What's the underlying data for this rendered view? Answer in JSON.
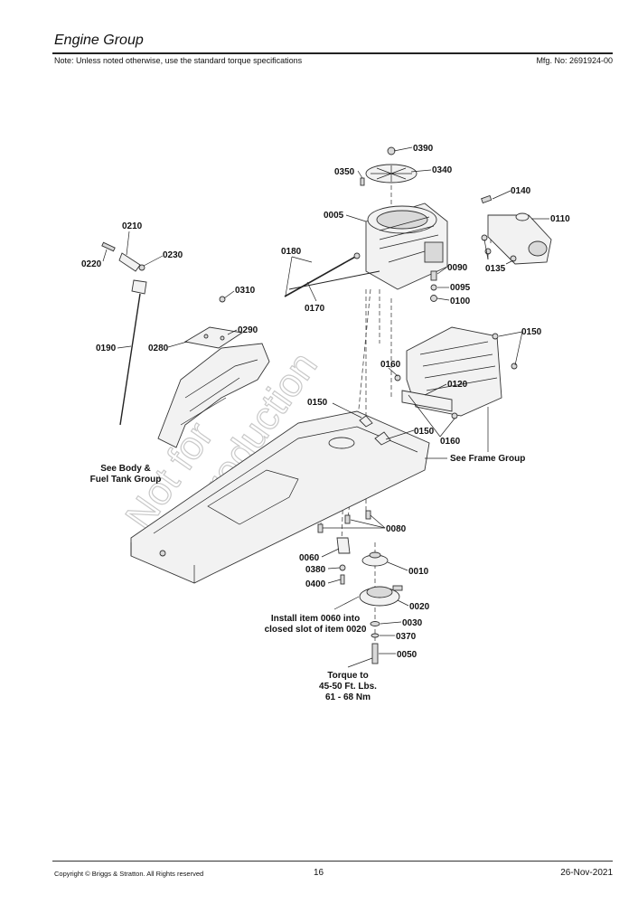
{
  "header": {
    "title": "Engine Group",
    "note": "Note: Unless noted otherwise, use the standard torque specifications",
    "mfg_no": "Mfg. No: 2691924-00"
  },
  "watermark": {
    "line1": "Not for",
    "line2": "Reproduction"
  },
  "callouts": {
    "c0390": "0390",
    "c0350": "0350",
    "c0340": "0340",
    "c0005": "0005",
    "c0140": "0140",
    "c0110": "0110",
    "c0135": "0135",
    "c0210": "0210",
    "c0220": "0220",
    "c0230": "0230",
    "c0180": "0180",
    "c0090": "0090",
    "c0095": "0095",
    "c0100": "0100",
    "c0170": "0170",
    "c0310": "0310",
    "c0290": "0290",
    "c0280": "0280",
    "c0190": "0190",
    "c0150a": "0150",
    "c0160a": "0160",
    "c0120": "0120",
    "c0150b": "0150",
    "c0150c": "0150",
    "c0160b": "0160",
    "c0080": "0080",
    "c0060": "0060",
    "c0010": "0010",
    "c0380": "0380",
    "c0400": "0400",
    "c0020": "0020",
    "c0030": "0030",
    "c0370": "0370",
    "c0050": "0050"
  },
  "notes": {
    "body_line1": "See Body &",
    "body_line2": "Fuel Tank Group",
    "frame": "See Frame Group",
    "install_line1": "Install item 0060 into",
    "install_line2": "closed slot of item 0020",
    "torque_line1": "Torque to",
    "torque_line2": "45-50 Ft. Lbs.",
    "torque_line3": "61 - 68 Nm"
  },
  "footer": {
    "copyright": "Copyright © Briggs & Stratton. All Rights reserved",
    "page": "16",
    "date": "26-Nov-2021"
  }
}
